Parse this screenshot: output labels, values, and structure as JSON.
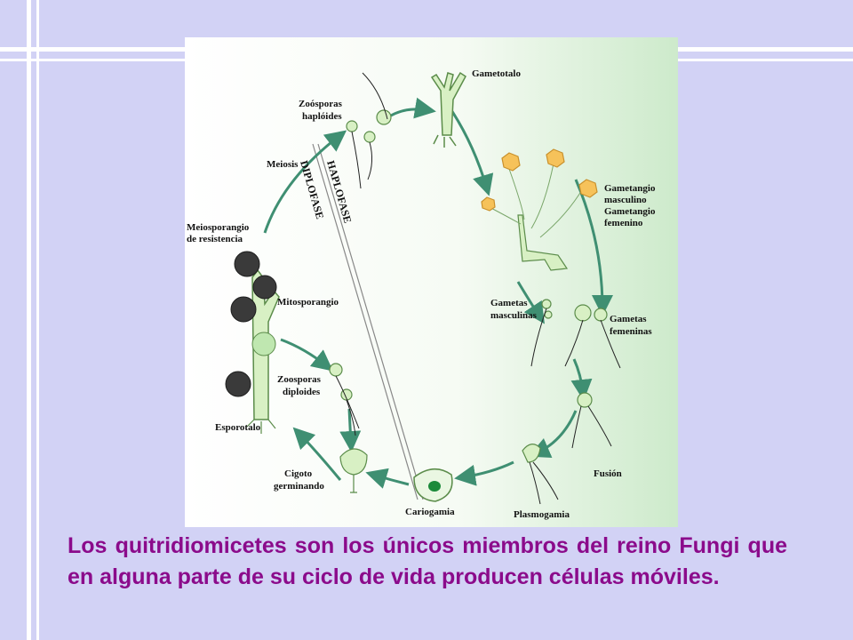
{
  "diagram": {
    "labels": {
      "gametotalo": "Gametotalo",
      "zoosporas_haploides_1": "Zoósporas",
      "zoosporas_haploides_2": "haplóides",
      "meiosis": "Meiosis",
      "haplofase": "HAPLOFASE",
      "diplofase": "DIPLOFASE",
      "meiosporangio_1": "Meiosporangio",
      "meiosporangio_2": "de resistencia",
      "gametangio_masculino_1": "Gametangio",
      "gametangio_masculino_2": "masculino",
      "gametangio_femenino_1": "Gametangio",
      "gametangio_femenino_2": "femenino",
      "mitosporangio": "Mitosporangio",
      "gametas_masculinas_1": "Gametas",
      "gametas_masculinas_2": "masculinas",
      "gametas_femeninas_1": "Gametas",
      "gametas_femeninas_2": "femeninas",
      "zoosporas_diploides_1": "Zoosporas",
      "zoosporas_diploides_2": "diploides",
      "esporotalo": "Esporotalo",
      "fusion": "Fusión",
      "cigoto_1": "Cigoto",
      "cigoto_2": "germinando",
      "cariogamia": "Cariogamia",
      "plasmogamia": "Plasmogamia"
    },
    "colors": {
      "arrow": "#3f8f72",
      "cell_fill": "#d8f0c4",
      "cell_stroke": "#5b8c4a",
      "male_gametangium": "#f6c25a",
      "sporangium_dark": "#3a3a3a",
      "nucleus": "#1b8a3a"
    }
  },
  "caption": "Los quitridiomicetes son los únicos miembros del reino Fungi que en alguna parte de su ciclo de vida producen células móviles."
}
